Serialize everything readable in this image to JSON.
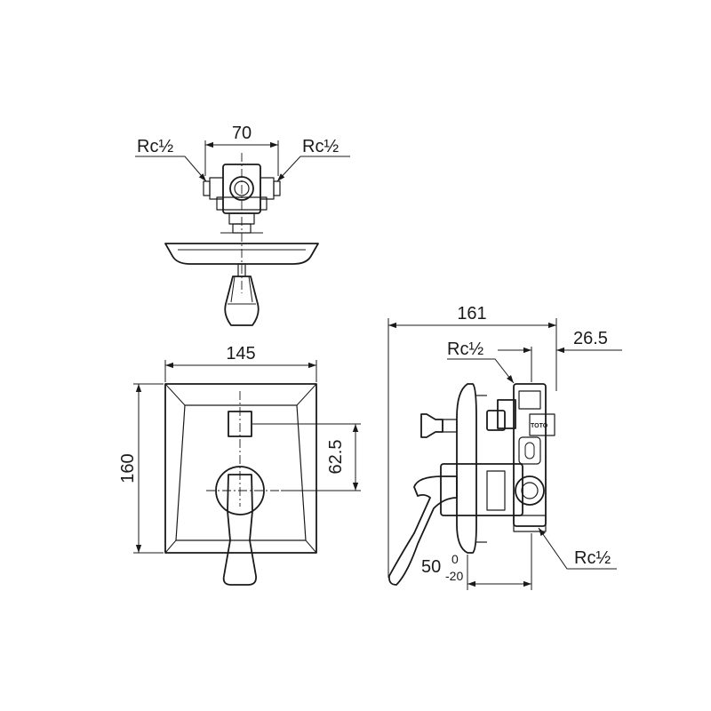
{
  "top_view": {
    "width_dim": "70",
    "inlet_left": "Rc½",
    "inlet_right": "Rc½"
  },
  "front_view": {
    "width_dim": "145",
    "height_dim": "160",
    "offset_dim": "62.5"
  },
  "side_view": {
    "depth_dim": "161",
    "rear_dim": "26.5",
    "outlet_top": "Rc½",
    "outlet_bottom": "Rc½",
    "wall_dim": "50",
    "wall_tol_upper": "0",
    "wall_tol_lower": "-20",
    "brand_mark": "TOTO"
  }
}
